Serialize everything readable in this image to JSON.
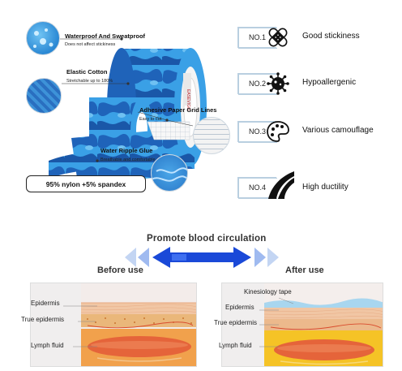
{
  "features_left": {
    "waterproof": {
      "title": "Waterproof  And Sweatproof",
      "sub": "Does not affect stickiness"
    },
    "cotton": {
      "title": "Elastic Cotton",
      "sub": "Stretchable up to 180%"
    },
    "grid": {
      "title": "Adhesive Paper Grid Lines",
      "sub": "Easy to cut"
    },
    "glue": {
      "title": "Water Ripple Glue",
      "sub": "Breathable and comfortable"
    },
    "spec": "95% nylon +5% spandex"
  },
  "features_right": [
    {
      "no": "NO.1",
      "label": "Good stickiness",
      "icon": "bandage-icon"
    },
    {
      "no": "NO.2",
      "label": "Hypoallergenic",
      "icon": "virus-icon"
    },
    {
      "no": "NO.3",
      "label": "Various camouflage",
      "icon": "palette-icon"
    },
    {
      "no": "NO.4",
      "label": "High ductility",
      "icon": "road-icon"
    }
  ],
  "comparison": {
    "banner": "Promote blood circulation",
    "before": {
      "title": "Before use",
      "labels": {
        "epidermis": "Epidermis",
        "true_epidermis": "True epidermis",
        "lymph": "Lymph fluid"
      }
    },
    "after": {
      "title": "After use",
      "labels": {
        "tape": "Kinesiology tape",
        "epidermis": "Epidermis",
        "true_epidermis": "True epidermis",
        "lymph": "Lymph fluid"
      }
    }
  },
  "colors": {
    "tape_blue": "#2f8fd6",
    "tape_dark": "#1e5fb0",
    "arrow_dark": "#1a49d8",
    "arrow_light": "#a9c3ef",
    "skin_peach": "#f3c9a8",
    "fat_orange": "#f0a24a",
    "muscle_red": "#e0643b",
    "after_yellow": "#f5c326"
  }
}
